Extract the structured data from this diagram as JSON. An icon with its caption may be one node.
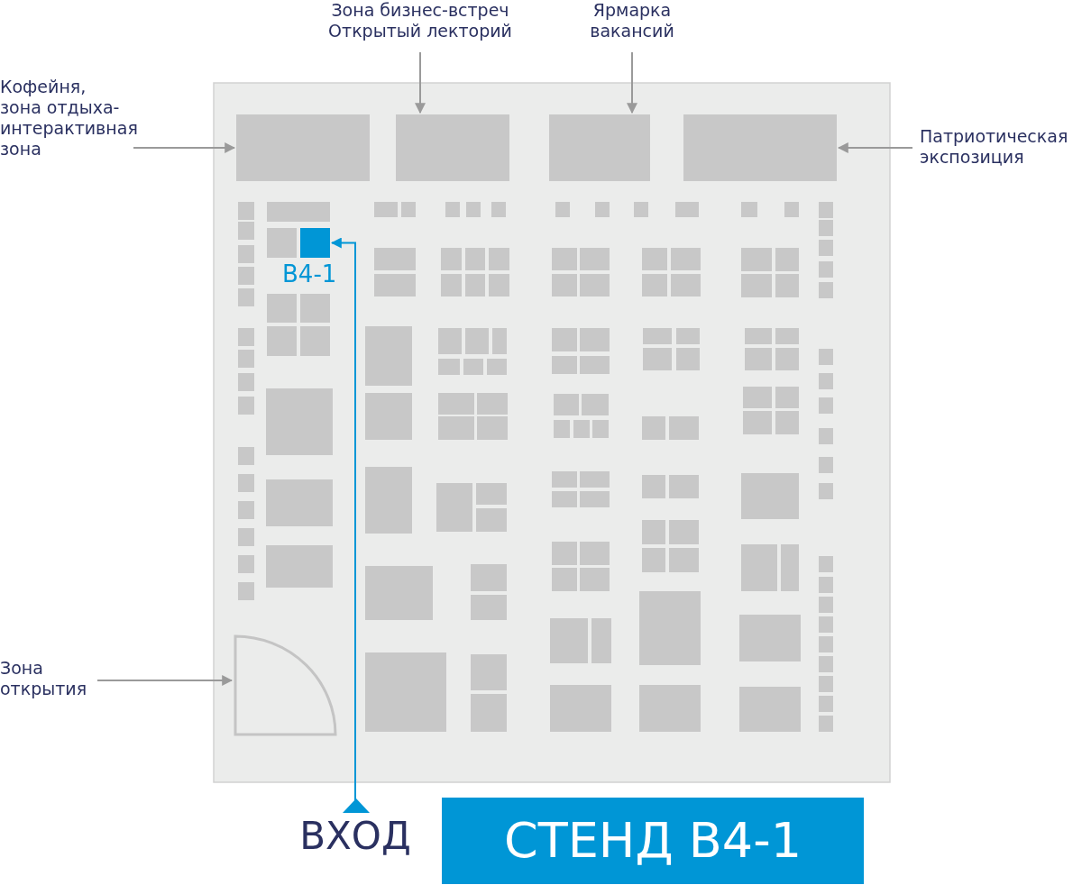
{
  "diagram": {
    "nodes": [
      {
        "text": [
          "Кофейня, зона отдыха- интерактивная зона"
        ]
      },
      {
        "text": [
          "Зона бизнес-встреч Открытый лекторий"
        ]
      },
      {
        "text": [
          "Ярмарка вакансий"
        ]
      },
      {
        "text": [
          "Патриотическая экспозиция"
        ]
      },
      {
        "text": [
          "Зона открытия"
        ]
      },
      {
        "text": [],
        "shape": "box"
      },
      {
        "text": [],
        "shape": "box"
      },
      {
        "text": [],
        "shape": "box"
      },
      {
        "text": [],
        "shape": "box"
      },
      {
        "text": [],
        "shape": "sector"
      },
      {
        "text": [
          "ВХОД"
        ]
      },
      {
        "text": [],
        "shape": "box",
        "beside": [
          "В4-1"
        ]
      },
      {
        "text": [
          "СТЕНД В4-1"
        ]
      }
    ],
    "edges": [
      {
        "from": 0,
        "to": 5,
        "arrow": "to"
      },
      {
        "from": 1,
        "to": 6,
        "arrow": "to"
      },
      {
        "from": 2,
        "to": 7,
        "arrow": "to"
      },
      {
        "from": 3,
        "to": 8,
        "arrow": "to"
      },
      {
        "from": 4,
        "to": 9,
        "arrow": "to"
      },
      {
        "from": 10,
        "to": 11,
        "arrow": "to",
        "color": "#0096d6"
      }
    ]
  }
}
